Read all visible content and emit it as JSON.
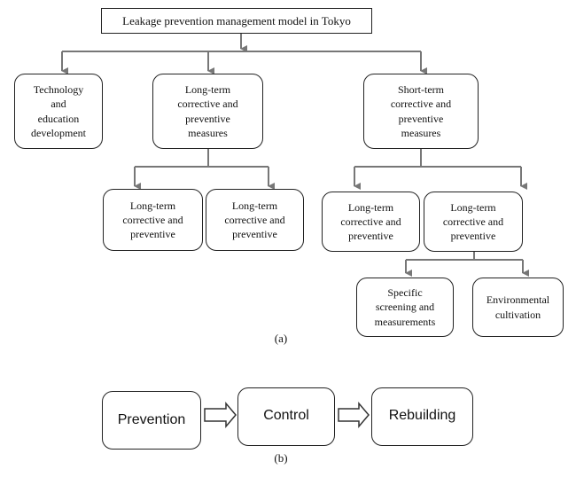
{
  "diagram_a": {
    "title": "Leakage prevention management model in Tokyo",
    "nodes": {
      "tech": "Technology\nand\neducation\ndevelopment",
      "long_term": "Long-term\ncorrective and\npreventive\nmeasures",
      "short_term": "Short-term\ncorrective and\npreventive\nmeasures",
      "lt_child_1": "Long-term\ncorrective and\npreventive",
      "lt_child_2": "Long-term\ncorrective and\npreventive",
      "st_child_1": "Long-term\ncorrective and\npreventive",
      "st_child_2": "Long-term\ncorrective and\npreventive",
      "specific": "Specific\nscreening and\nmeasurements",
      "environmental": "Environmental\ncultivation"
    },
    "caption": "(a)"
  },
  "diagram_b": {
    "steps": [
      "Prevention",
      "Control",
      "Rebuilding"
    ],
    "caption": "(b)"
  }
}
